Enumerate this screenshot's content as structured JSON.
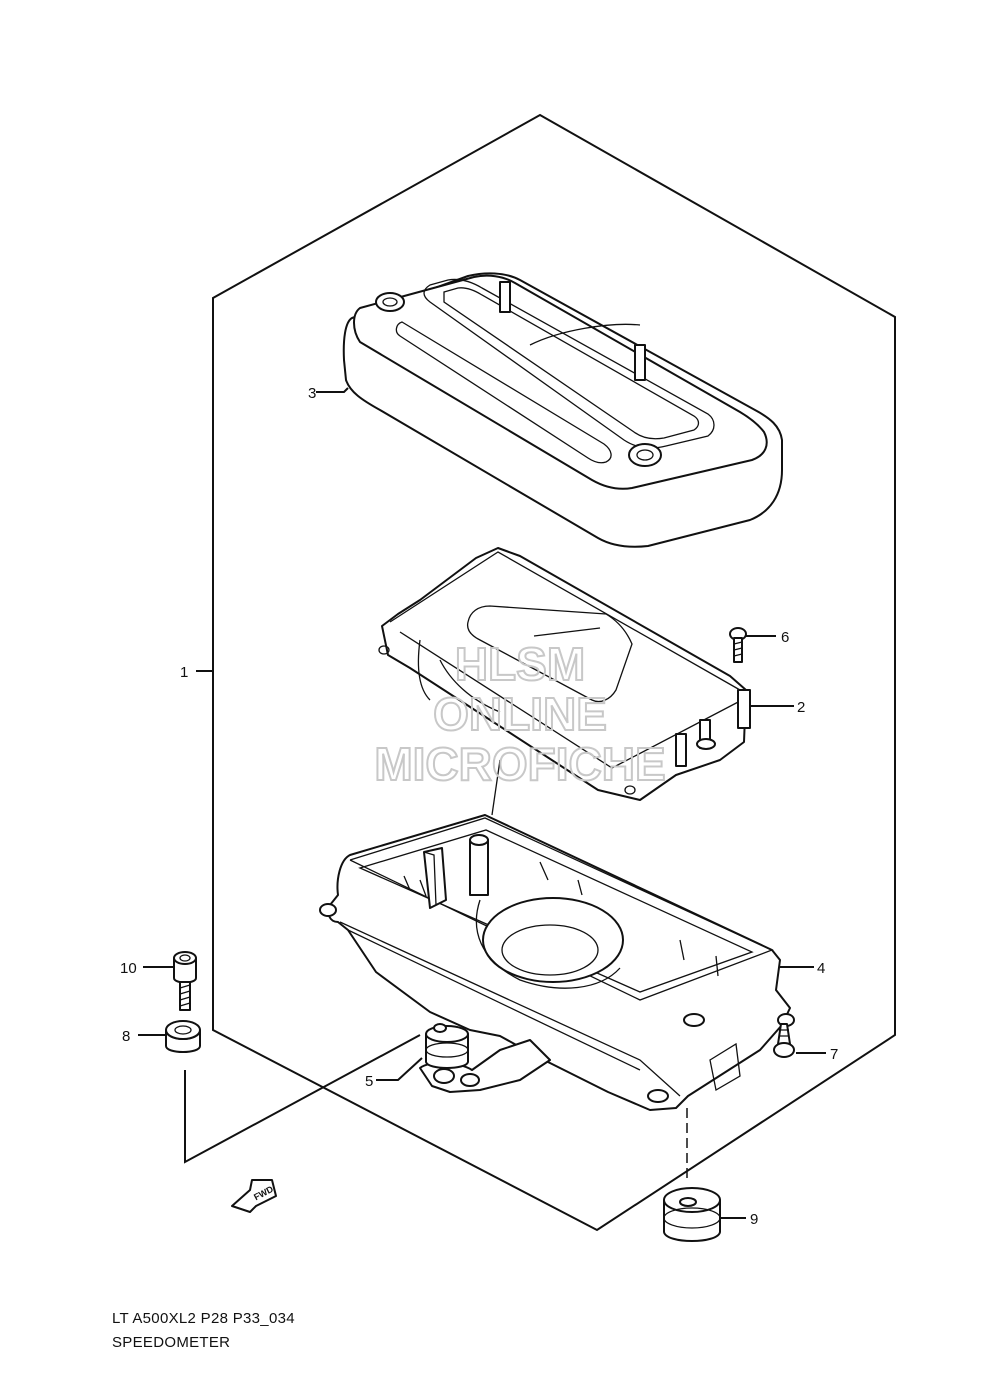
{
  "callouts": [
    {
      "id": "1",
      "label": "1"
    },
    {
      "id": "2",
      "label": "2"
    },
    {
      "id": "3",
      "label": "3"
    },
    {
      "id": "4",
      "label": "4"
    },
    {
      "id": "5",
      "label": "5"
    },
    {
      "id": "6",
      "label": "6"
    },
    {
      "id": "7",
      "label": "7"
    },
    {
      "id": "8",
      "label": "8"
    },
    {
      "id": "9",
      "label": "9"
    },
    {
      "id": "10",
      "label": "10"
    }
  ],
  "watermark": {
    "line1": "HLSM",
    "line2": "ONLINE",
    "line3": "MICROFICHE"
  },
  "fwd_marker": "FWD",
  "caption": {
    "code": "LT A500XL2 P28 P33_034",
    "title": "SPEEDOMETER"
  }
}
